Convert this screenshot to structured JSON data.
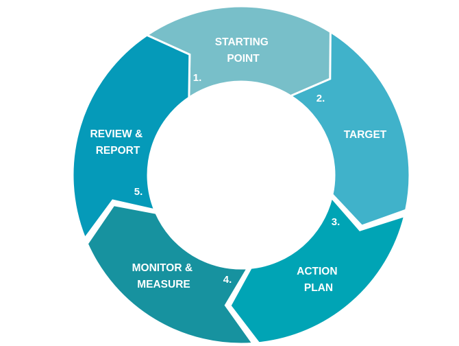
{
  "cycle": {
    "segments": [
      {
        "number": "1.",
        "label_line1": "STARTING",
        "label_line2": "POINT",
        "color": "#78bfc9"
      },
      {
        "number": "2.",
        "label_line1": "TARGET",
        "label_line2": "",
        "color": "#40b2ca"
      },
      {
        "number": "3.",
        "label_line1": "ACTION",
        "label_line2": "PLAN",
        "color": "#00a4b5"
      },
      {
        "number": "4.",
        "label_line1": "MONITOR &",
        "label_line2": "MEASURE",
        "color": "#17929f"
      },
      {
        "number": "5.",
        "label_line1": "REVIEW &",
        "label_line2": "REPORT",
        "color": "#059ab9"
      }
    ]
  }
}
